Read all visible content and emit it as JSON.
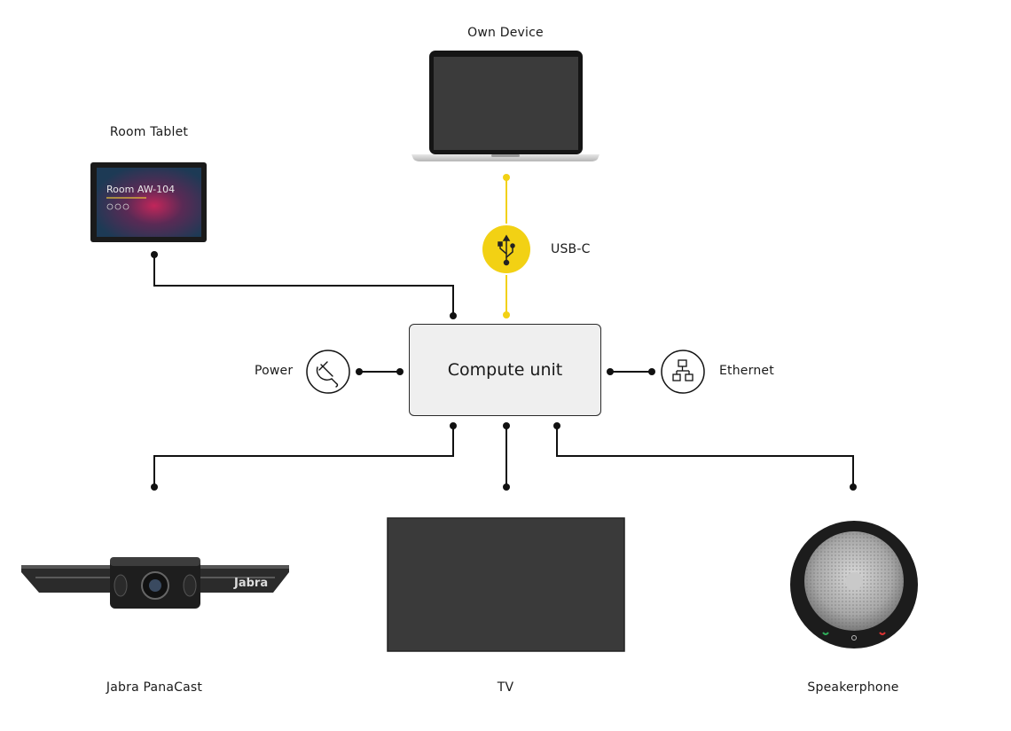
{
  "labels": {
    "own_device": "Own Device",
    "room_tablet": "Room Tablet",
    "usb_c": "USB-C",
    "power": "Power",
    "ethernet": "Ethernet",
    "compute_unit": "Compute unit",
    "camera": "Jabra PanaCast",
    "tv": "TV",
    "speakerphone": "Speakerphone"
  },
  "tablet_screen": {
    "room_name": "Room AW-104"
  },
  "camera_brand": "Jabra",
  "colors": {
    "line": "#111111",
    "usb_accent": "#f2d114",
    "unit_fill": "#efefef",
    "device_dark": "#3a3a3a"
  },
  "icons": {
    "usb": "usb-icon",
    "power": "plug-icon",
    "ethernet": "network-icon"
  }
}
